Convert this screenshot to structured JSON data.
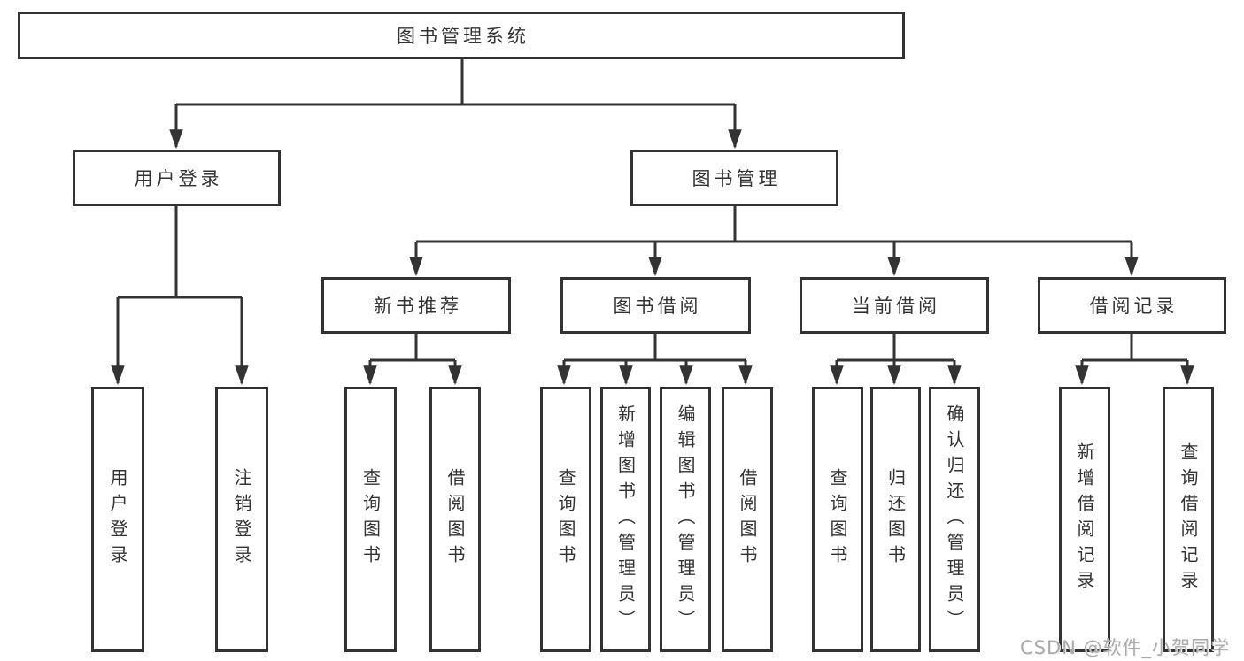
{
  "diagram": {
    "title": "图书管理系统",
    "branches": [
      {
        "label": "用户登录",
        "children": [
          {
            "label": "用户登录"
          },
          {
            "label": "注销登录"
          }
        ]
      },
      {
        "label": "图书管理",
        "children": [
          {
            "label": "新书推荐",
            "children": [
              {
                "label": "查询图书"
              },
              {
                "label": "借阅图书"
              }
            ]
          },
          {
            "label": "图书借阅",
            "children": [
              {
                "label": "查询图书"
              },
              {
                "label": "新增图书（管理员）"
              },
              {
                "label": "编辑图书（管理员）"
              },
              {
                "label": "借阅图书"
              }
            ]
          },
          {
            "label": "当前借阅",
            "children": [
              {
                "label": "查询图书"
              },
              {
                "label": "归还图书"
              },
              {
                "label": "确认归还（管理员）"
              }
            ]
          },
          {
            "label": "借阅记录",
            "children": [
              {
                "label": "新增借阅记录"
              },
              {
                "label": "查询借阅记录"
              }
            ]
          }
        ]
      }
    ]
  },
  "watermark": {
    "text": "CSDN @软件_小贺同学"
  },
  "colors": {
    "line": "#333333",
    "background": "#ffffff",
    "watermark": "#ababab"
  }
}
